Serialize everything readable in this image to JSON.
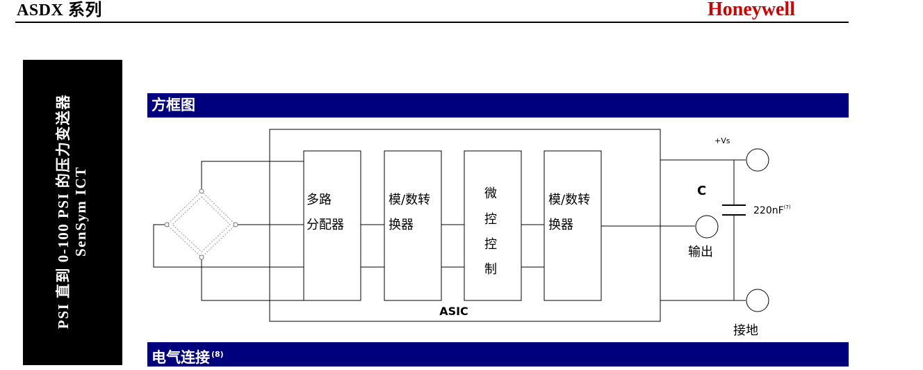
{
  "header": {
    "title": "ASDX 系列",
    "brand": "Honeywell"
  },
  "side_tab": {
    "line1": "PSI 直到 0-100 PSI 的压力变送器",
    "line2": "SenSym ICT"
  },
  "sections": {
    "block_diagram": "方框图",
    "electrical_connection": "电气连接",
    "electrical_connection_note": "(8)"
  },
  "diagram": {
    "blocks": [
      {
        "line1": "多路",
        "line2": "分配器"
      },
      {
        "line1": "模/数转",
        "line2": "换器"
      },
      {
        "line1": "微",
        "line2": "控",
        "line3": "控",
        "line4": "制"
      },
      {
        "line1": "模/数转",
        "line2": "换器"
      }
    ],
    "asic_label": "ASIC",
    "capacitor_label": "C",
    "capacitor_value": "220nF",
    "capacitor_note": "(7)",
    "supply_label": "+Vs",
    "output_label": "输出",
    "ground_label": "接地"
  }
}
